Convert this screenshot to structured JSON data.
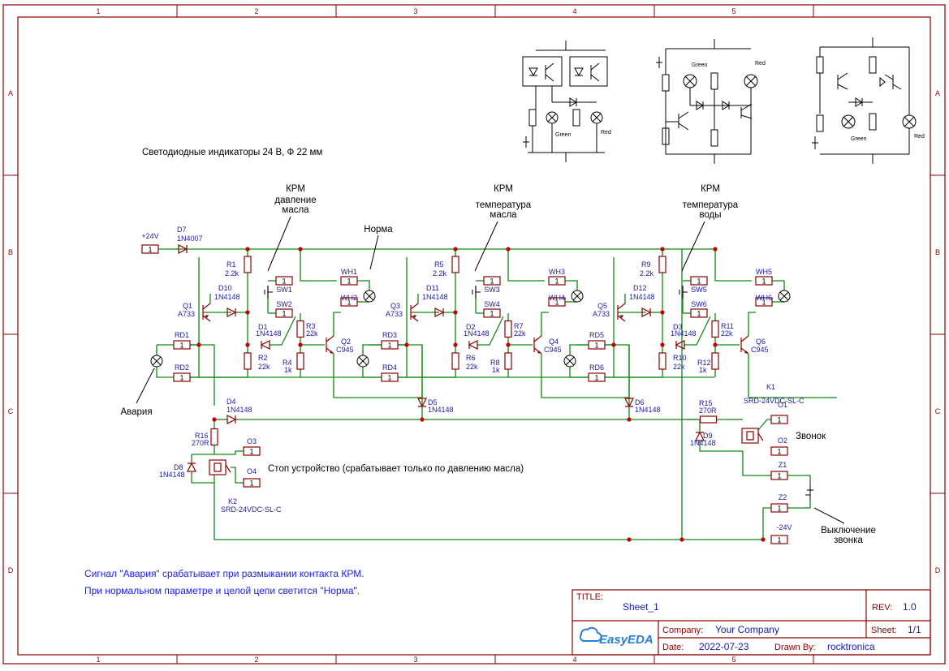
{
  "frame": {
    "cols": [
      "1",
      "2",
      "3",
      "4",
      "5"
    ],
    "rows": [
      "A",
      "B",
      "C",
      "D"
    ]
  },
  "notes": {
    "indicators": "Светодиодные индикаторы 24 В, Ф 22 мм",
    "kpm_pressure": [
      "КРМ",
      "давление",
      "масла"
    ],
    "kpm_oil_temp": [
      "КРМ",
      "температура",
      "масла"
    ],
    "kpm_water_temp": [
      "КРМ",
      "температура",
      "воды"
    ],
    "norma": "Норма",
    "avaria": "Авария",
    "stop": "Стоп устройство (срабатывает только по давлению масла)",
    "zvonok": "Звонок",
    "bell_off": [
      "Выключение",
      "звонка"
    ],
    "signal_note": "Сигнал \"Авария\" срабатывает при размыкании контакта КРМ.",
    "norma_note": "При нормальном параметре и целой цепи светится \"Норма\"."
  },
  "power": {
    "plus": "+24V",
    "minus": "-24V"
  },
  "ports": {
    "pin": "1"
  },
  "parts": {
    "D7": {
      "ref": "D7",
      "val": "1N4007"
    },
    "R1": {
      "ref": "R1",
      "val": "2.2k"
    },
    "R2": {
      "ref": "R2",
      "val": "22k"
    },
    "R3": {
      "ref": "R3",
      "val": "22k"
    },
    "R4": {
      "ref": "R4",
      "val": "1k"
    },
    "R5": {
      "ref": "R5",
      "val": "2.2k"
    },
    "R6": {
      "ref": "R6",
      "val": "22k"
    },
    "R7": {
      "ref": "R7",
      "val": "22k"
    },
    "R8": {
      "ref": "R8",
      "val": "1k"
    },
    "R9": {
      "ref": "R9",
      "val": "2.2k"
    },
    "R10": {
      "ref": "R10",
      "val": "22k"
    },
    "R11": {
      "ref": "R11",
      "val": "22k"
    },
    "R12": {
      "ref": "R12",
      "val": "1k"
    },
    "R15": {
      "ref": "R15",
      "val": "270R"
    },
    "R16": {
      "ref": "R16",
      "val": "270R"
    },
    "Q1": {
      "ref": "Q1",
      "val": "A733"
    },
    "Q2": {
      "ref": "Q2",
      "val": "C945"
    },
    "Q3": {
      "ref": "Q3",
      "val": "A733"
    },
    "Q4": {
      "ref": "Q4",
      "val": "C945"
    },
    "Q5": {
      "ref": "Q5",
      "val": "A733"
    },
    "Q6": {
      "ref": "Q6",
      "val": "C945"
    },
    "D1": {
      "ref": "D1",
      "val": "1N4148"
    },
    "D2": {
      "ref": "D2",
      "val": "1N4148"
    },
    "D3": {
      "ref": "D3",
      "val": "1N4148"
    },
    "D4": {
      "ref": "D4",
      "val": "1N4148"
    },
    "D5": {
      "ref": "D5",
      "val": "1N4148"
    },
    "D6": {
      "ref": "D6",
      "val": "1N4148"
    },
    "D8": {
      "ref": "D8",
      "val": "1N4148"
    },
    "D9": {
      "ref": "D9",
      "val": "1N4148"
    },
    "D10": {
      "ref": "D10",
      "val": "1N4148"
    },
    "D11": {
      "ref": "D11",
      "val": "1N4148"
    },
    "D12": {
      "ref": "D12",
      "val": "1N4148"
    },
    "K1": {
      "ref": "K1",
      "val": "SRD-24VDC-SL-C"
    },
    "K2": {
      "ref": "K2",
      "val": "SRD-24VDC-SL-C"
    }
  },
  "netlabels": {
    "SW1": "SW1",
    "SW2": "SW2",
    "SW3": "SW3",
    "SW4": "SW4",
    "SW5": "SW5",
    "SW6": "SW6",
    "WH1": "WH1",
    "WH2": "WH2",
    "WH3": "WH3",
    "WH4": "WH4",
    "WH5": "WH5",
    "WH6": "WH6",
    "RD1": "RD1",
    "RD2": "RD2",
    "RD3": "RD3",
    "RD4": "RD4",
    "RD5": "RD5",
    "RD6": "RD6",
    "O1": "O1",
    "O2": "O2",
    "O3": "O3",
    "O4": "O4",
    "Z1": "Z1",
    "Z2": "Z2"
  },
  "mini": {
    "green": "Green",
    "red": "Red"
  },
  "titleblock": {
    "title_label": "TITLE:",
    "title": "Sheet_1",
    "rev_label": "REV:",
    "rev": "1.0",
    "company_label": "Company:",
    "company": "Your Company",
    "sheet_label": "Sheet:",
    "sheet": "1/1",
    "date_label": "Date:",
    "date": "2022-07-23",
    "drawn_label": "Drawn By:",
    "drawn": "rocktronica",
    "logo": "EasyEDA"
  }
}
